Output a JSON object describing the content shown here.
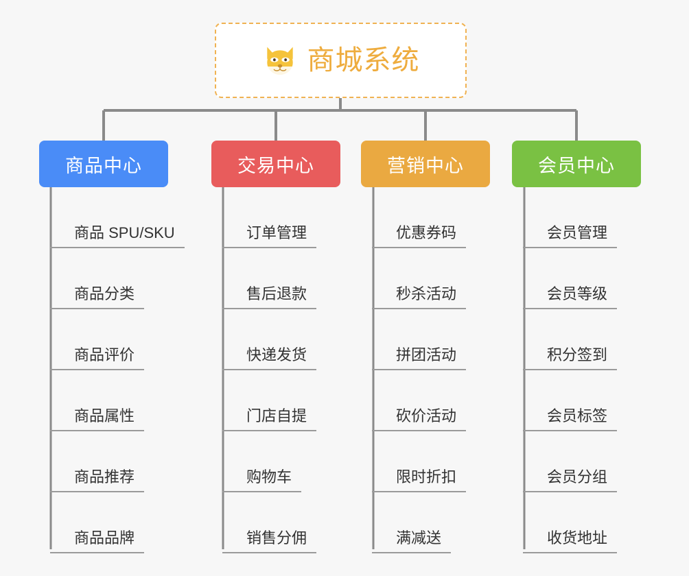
{
  "diagram": {
    "title": "商城系统",
    "type": "organization-tree",
    "background_color": "#f7f7f7",
    "root": {
      "label": "商城系统",
      "icon": "dog-face-icon",
      "text_color": "#eeac3e",
      "border_color": "#f0b252",
      "border_style": "dashed",
      "background_color": "#ffffff"
    },
    "line_color": "#8a8a8a",
    "leaf_line_color": "#9a9a9a",
    "leaf_text_color": "#323232",
    "columns": [
      {
        "label": "商品中心",
        "color": "#4a8cf7",
        "items": [
          "商品 SPU/SKU",
          "商品分类",
          "商品评价",
          "商品属性",
          "商品推荐",
          "商品品牌"
        ]
      },
      {
        "label": "交易中心",
        "color": "#e85c5c",
        "items": [
          "订单管理",
          "售后退款",
          "快递发货",
          "门店自提",
          "购物车",
          "销售分佣"
        ]
      },
      {
        "label": "营销中心",
        "color": "#eaa941",
        "items": [
          "优惠券码",
          "秒杀活动",
          "拼团活动",
          "砍价活动",
          "限时折扣",
          "满减送"
        ]
      },
      {
        "label": "会员中心",
        "color": "#7ac143",
        "items": [
          "会员管理",
          "会员等级",
          "积分签到",
          "会员标签",
          "会员分组",
          "收货地址"
        ]
      }
    ]
  }
}
